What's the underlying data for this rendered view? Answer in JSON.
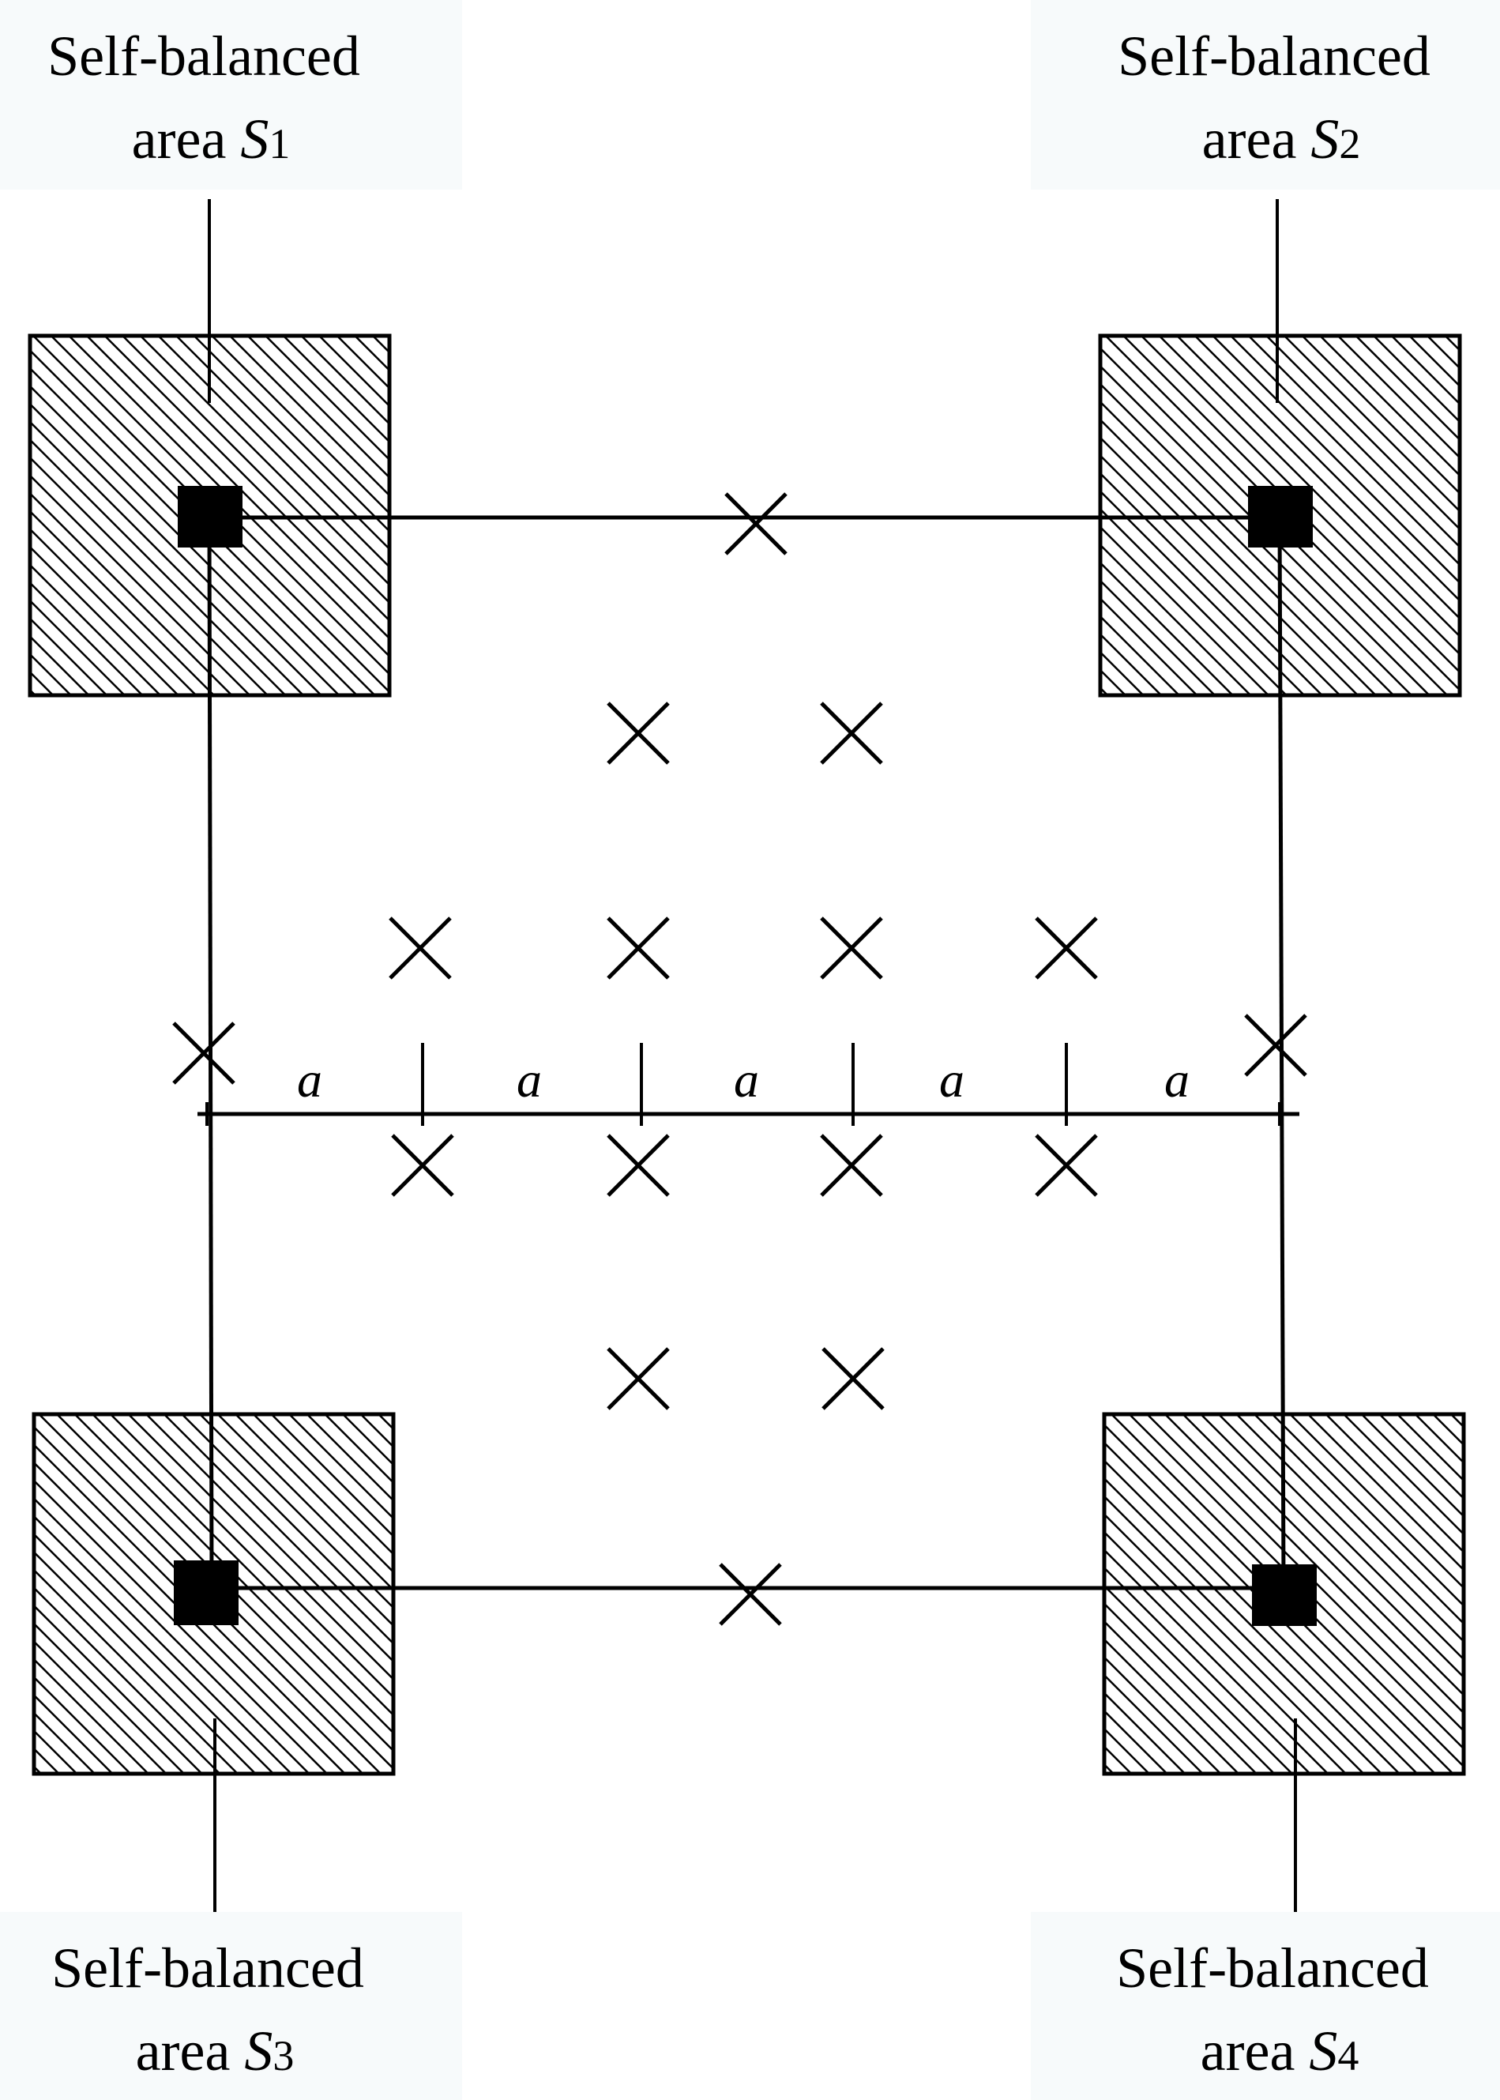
{
  "areas": [
    {
      "id": "s1",
      "line1": "Self-balanced",
      "prefix": "area ",
      "symbol": "S",
      "subscript": "1"
    },
    {
      "id": "s2",
      "line1": "Self-balanced",
      "prefix": "area ",
      "symbol": "S",
      "subscript": "2"
    },
    {
      "id": "s3",
      "line1": "Self-balanced",
      "prefix": "area ",
      "symbol": "S",
      "subscript": "3"
    },
    {
      "id": "s4",
      "line1": "Self-balanced",
      "prefix": "area ",
      "symbol": "S",
      "subscript": "4"
    }
  ],
  "spacing_label": "a",
  "spacing_labels": [
    "a",
    "a",
    "a",
    "a",
    "a"
  ]
}
